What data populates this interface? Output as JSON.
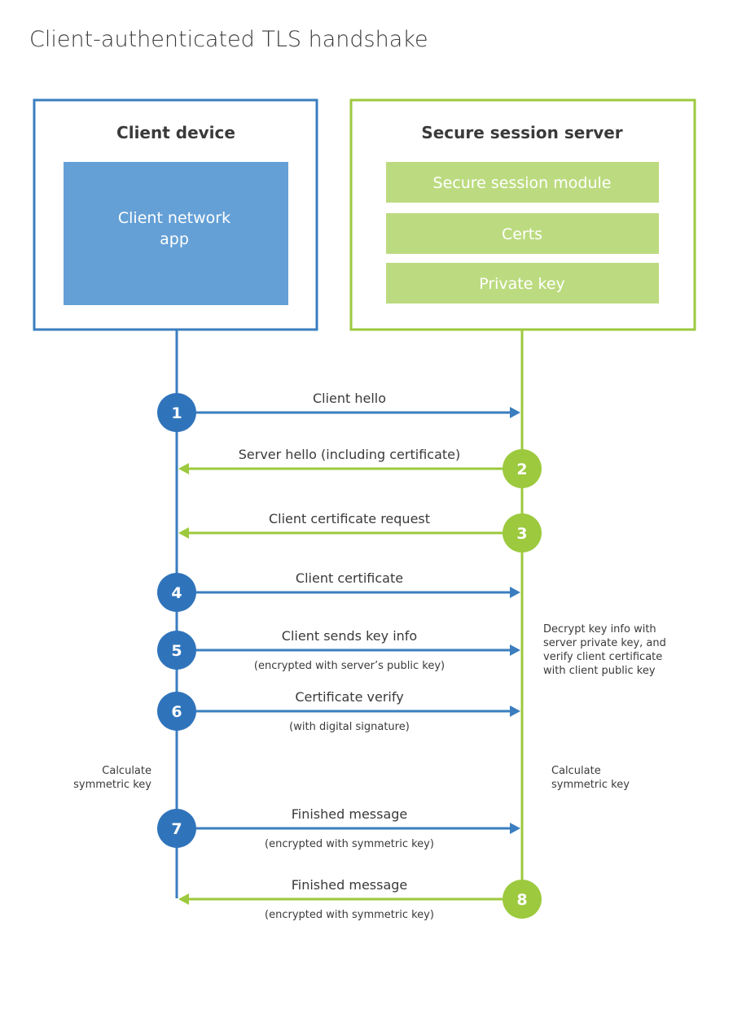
{
  "title": "Client-authenticated TLS handshake",
  "colors": {
    "blue": "#3a7ebf",
    "blue_dark": "#2f74bb",
    "blue_fill": "#64a0d6",
    "green": "#9cc93e",
    "green_fill": "#bcdb80",
    "text": "#3a3a3a"
  },
  "client": {
    "title": "Client device",
    "app_lines": [
      "Client network",
      "app"
    ]
  },
  "server": {
    "title": "Secure session server",
    "modules": [
      "Secure session module",
      "Certs",
      "Private key"
    ]
  },
  "steps": [
    {
      "num": "1",
      "label": "Client hello",
      "sub": "",
      "from": "client"
    },
    {
      "num": "2",
      "label": "Server hello (including certificate)",
      "sub": "",
      "from": "server"
    },
    {
      "num": "3",
      "label": "Client certificate request",
      "sub": "",
      "from": "server"
    },
    {
      "num": "4",
      "label": "Client certificate",
      "sub": "",
      "from": "client"
    },
    {
      "num": "5",
      "label": "Client sends key info",
      "sub": "(encrypted with server’s public key)",
      "from": "client"
    },
    {
      "num": "6",
      "label": "Certificate verify",
      "sub": "(with digital signature)",
      "from": "client"
    },
    {
      "num": "7",
      "label": "Finished message",
      "sub": "(encrypted with symmetric key)",
      "from": "client"
    },
    {
      "num": "8",
      "label": "Finished message",
      "sub": "(encrypted with symmetric key)",
      "from": "server"
    }
  ],
  "notes": {
    "server_decrypt": [
      "Decrypt key info with",
      "server private key, and",
      "verify client certificate",
      "with client public key"
    ],
    "client_calc": [
      "Calculate",
      "symmetric key"
    ],
    "server_calc": [
      "Calculate",
      "symmetric key"
    ]
  }
}
